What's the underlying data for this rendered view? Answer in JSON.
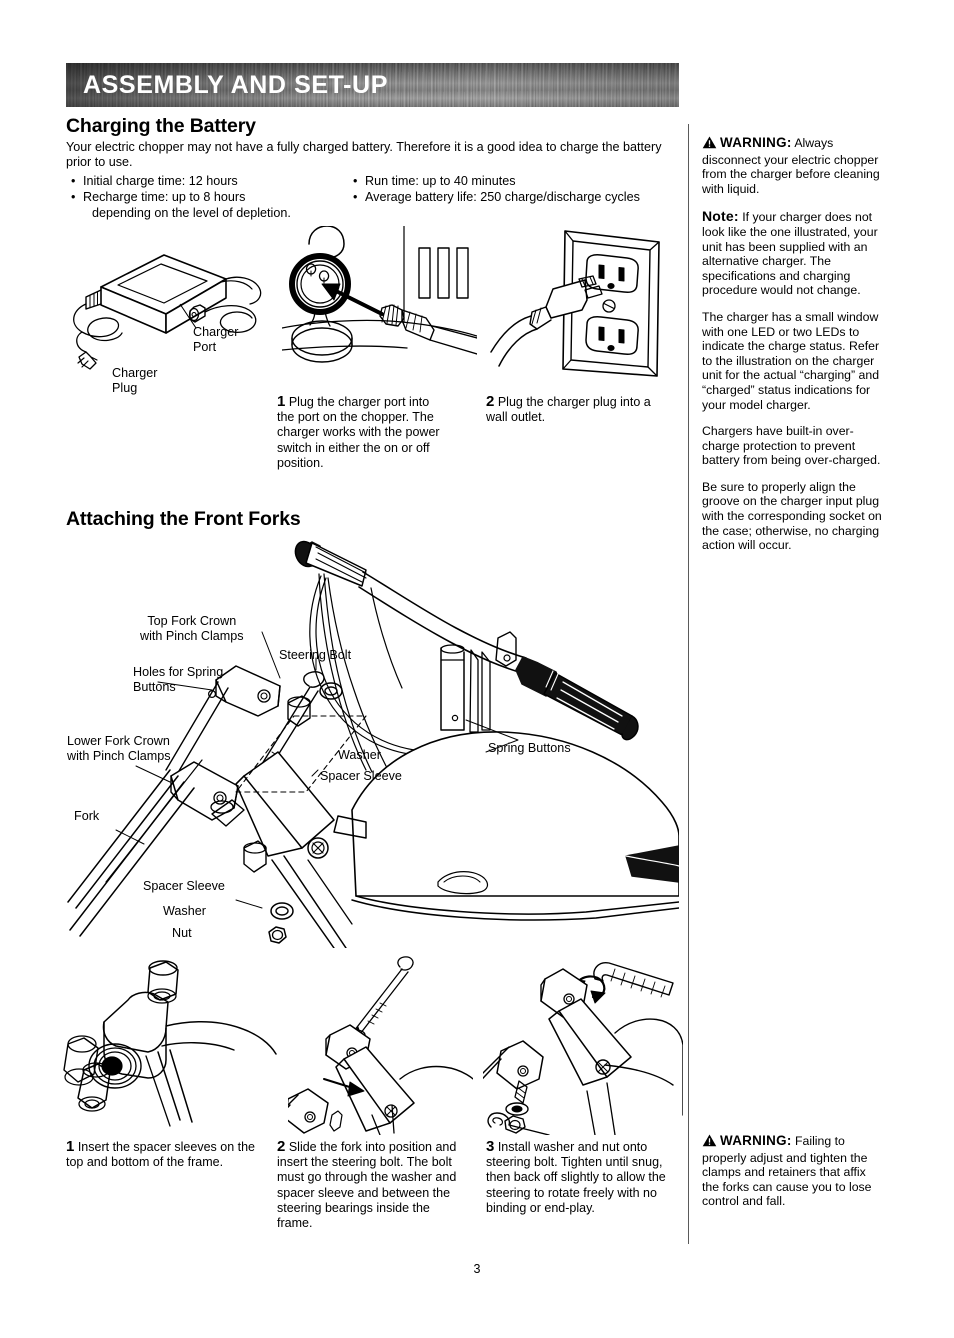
{
  "banner": {
    "title": "ASSEMBLY AND SET-UP"
  },
  "section1": {
    "heading": "Charging the Battery",
    "intro": "Your electric chopper may not have a fully charged battery. Therefore it is a good idea to charge the battery prior to use.",
    "bullets_left": [
      "Initial charge time: 12 hours",
      "Recharge time: up to 8 hours",
      "depending on the level of depletion."
    ],
    "bullets_right": [
      "Run time: up to 40 minutes",
      "Average battery life: 250 charge/discharge cycles"
    ],
    "labels": {
      "charger_port": "Charger\nPort",
      "charger_plug": "Charger\nPlug"
    },
    "steps": [
      {
        "num": "1",
        "text": "Plug the charger port into the port on the chopper. The charger works with the power switch in either the on or off position."
      },
      {
        "num": "2",
        "text": "Plug the charger plug into a wall outlet."
      }
    ]
  },
  "section2": {
    "heading": "Attaching the Front Forks",
    "labels": {
      "top_fork_crown": "Top Fork Crown\nwith Pinch Clamps",
      "holes_spring_buttons": "Holes for Spring\nButtons",
      "steering_bolt": "Steering Bolt",
      "lower_fork_crown": "Lower Fork Crown\nwith Pinch Clamps",
      "fork": "Fork",
      "washer_top": "Washer",
      "spacer_sleeve_top": "Spacer Sleeve",
      "spring_buttons": "Spring Buttons",
      "spacer_sleeve_bottom": "Spacer Sleeve",
      "washer_bottom": "Washer",
      "nut": "Nut"
    },
    "steps": [
      {
        "num": "1",
        "text": "Insert the spacer sleeves on the top and bottom of the frame."
      },
      {
        "num": "2",
        "text": "Slide the fork into position and insert the steering bolt. The bolt must go through the washer and spacer sleeve and between the steering bearings inside the frame."
      },
      {
        "num": "3",
        "text": "Install washer and nut onto steering bolt. Tighten until snug, then back off slightly to allow the steering to rotate freely with no binding or end-play."
      }
    ]
  },
  "sidebar": {
    "warning1_label": "WARNING:",
    "warning1_text": " Always disconnect your electric chopper from the charger before cleaning with liquid.",
    "note_label": "Note:",
    "note_text": " If your charger does not look like the one illustrated, your unit has been supplied with an alternative charger. The specifications and charging procedure would not change.",
    "para_led": "The charger has a small window with one LED or two LEDs to indicate the charge status. Refer to the illustration on the charger unit for the actual “charging” and “charged” status indications for your model charger.",
    "para_overcharge": "Chargers have built-in over-charge protection to prevent battery from being over-charged.",
    "para_align": "Be sure to properly align the groove on the charger input plug with the corresponding socket on the case; otherwise, no charging action will occur.",
    "warning2_label": "WARNING:",
    "warning2_text": " Failing to properly adjust and tighten the clamps and retainers that affix the forks can cause you to lose control and fall."
  },
  "footer": {
    "page_number": "3"
  },
  "colors": {
    "ink": "#000000",
    "banner_gray": "#7a7a7a",
    "rule": "#5a5a5a"
  }
}
